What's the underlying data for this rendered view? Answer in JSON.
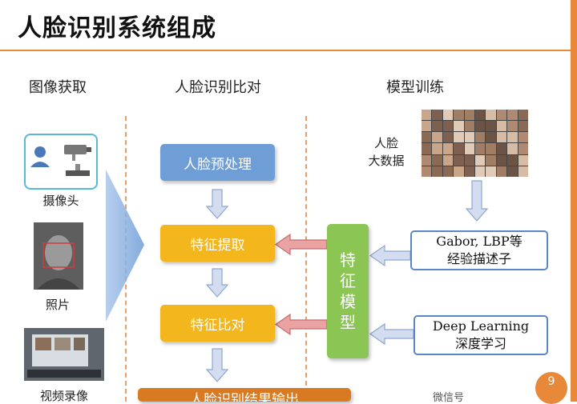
{
  "title": "人脸识别系统组成",
  "columns": {
    "acquisition": "图像获取",
    "recognition": "人脸识别比对",
    "training": "模型训练"
  },
  "sources": {
    "camera": "摄像头",
    "photo": "照片",
    "video": "视频录像"
  },
  "pipeline": {
    "preprocess": "人脸预处理",
    "extract": "特征提取",
    "compare": "特征比对",
    "output": "人脸识别结果输出"
  },
  "training": {
    "bigdata_line1": "人脸",
    "bigdata_line2": "大数据",
    "model_chars": [
      "特",
      "征",
      "模",
      "型"
    ],
    "gabor_line1": "Gabor, LBP等",
    "gabor_line2": "经验描述子",
    "deep_line1": "Deep Learning",
    "deep_line2": "深度学习"
  },
  "page_number": "9",
  "watermark": "微信号"
}
